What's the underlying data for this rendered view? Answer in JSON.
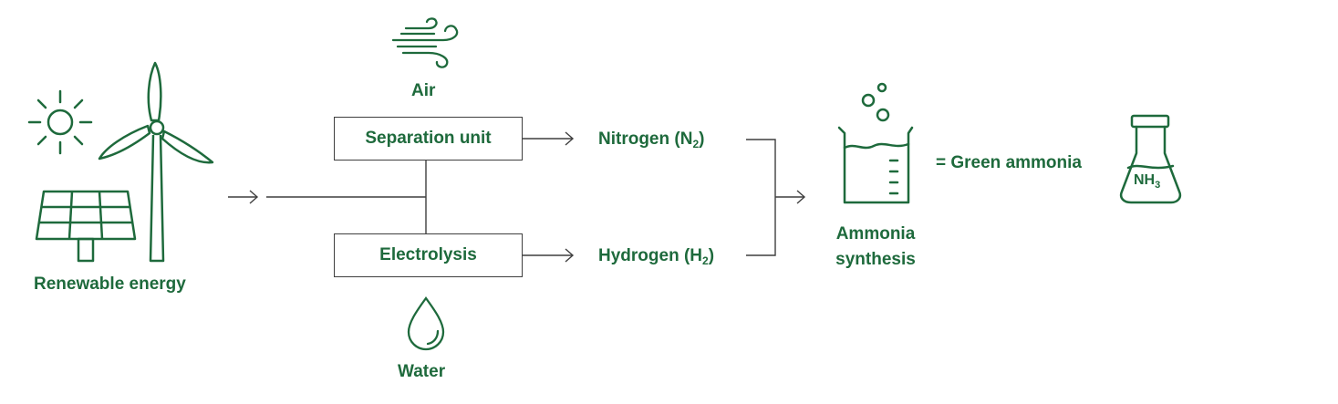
{
  "labels": {
    "renewable": "Renewable energy",
    "air": "Air",
    "water": "Water",
    "separation": "Separation unit",
    "electrolysis": "Electrolysis",
    "nitrogen": "Nitrogen (N",
    "nitrogen_sub": "2",
    "hydrogen": "Hydrogen (H",
    "hydrogen_sub": "2",
    "close_paren": ")",
    "synthesis_line1": "Ammonia",
    "synthesis_line2": "synthesis",
    "green": "= Green ammonia",
    "nh": "NH",
    "nh_sub": "3"
  },
  "colors": {
    "green": "#1e6a3c",
    "line": "#3f3f3f"
  },
  "icons": [
    "sun-icon",
    "wind-turbine-icon",
    "solar-panel-icon",
    "wind-icon",
    "water-drop-icon",
    "beaker-icon",
    "flask-icon"
  ]
}
